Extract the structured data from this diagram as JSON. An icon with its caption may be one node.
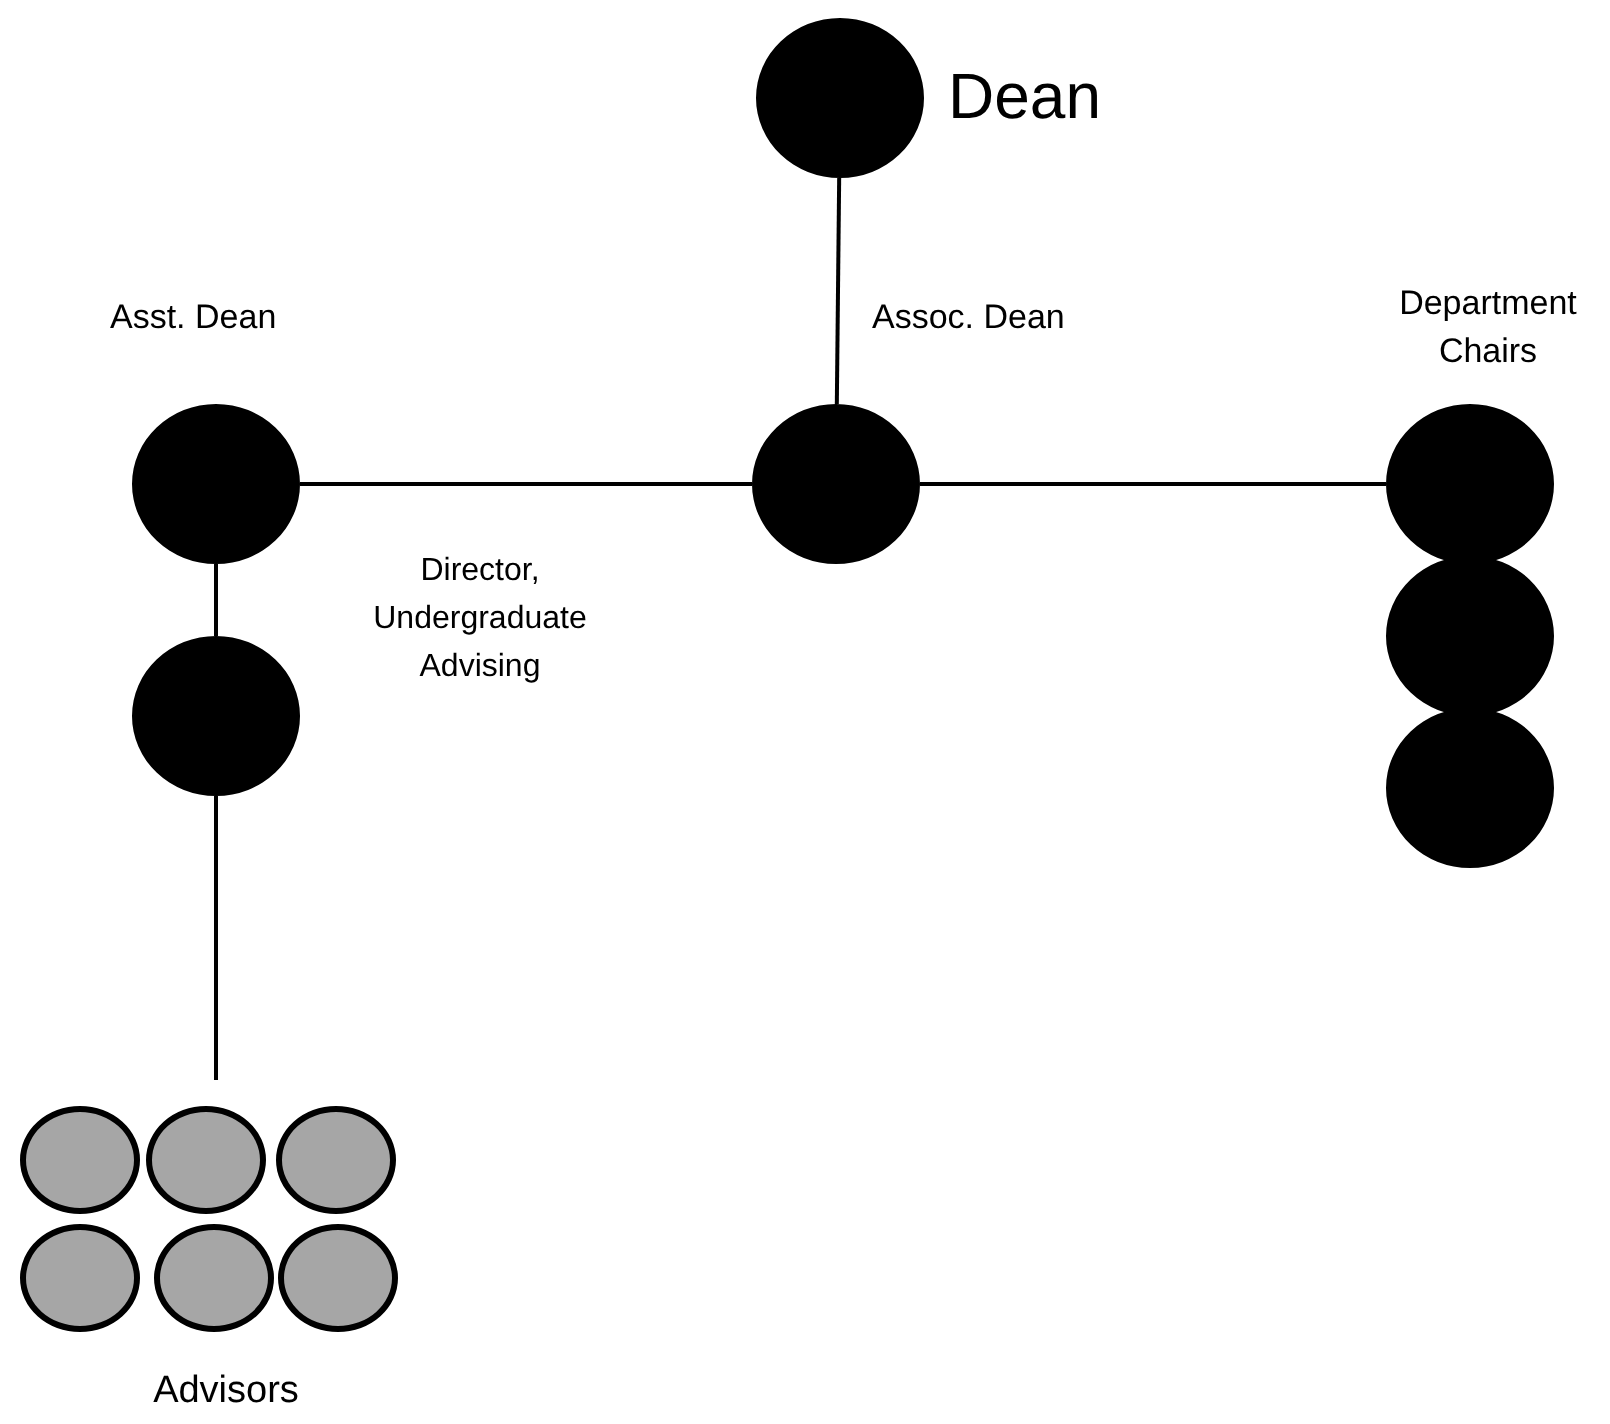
{
  "diagram": {
    "nodes": [
      {
        "text": [
          "Dean"
        ]
      },
      {
        "text": [
          "Assoc. Dean"
        ]
      },
      {
        "text": [
          "Asst. Dean"
        ]
      },
      {
        "text": [
          "Department Chairs"
        ]
      },
      {
        "text": [],
        "shape": "circle"
      },
      {
        "text": [],
        "shape": "circle"
      },
      {
        "text": [
          "Director, Undergraduate Advising"
        ]
      },
      {
        "text": [
          "Advisors"
        ]
      },
      {
        "text": [],
        "shape": "circle",
        "in": 7
      },
      {
        "text": [],
        "shape": "circle",
        "in": 7
      },
      {
        "text": [],
        "shape": "circle",
        "in": 7
      },
      {
        "text": [],
        "shape": "circle",
        "in": 7
      },
      {
        "text": [],
        "shape": "circle",
        "in": 7
      },
      {
        "text": [],
        "shape": "circle",
        "in": 7
      }
    ],
    "edges": [
      {
        "from": 0,
        "to": 1,
        "arrow": "none"
      },
      {
        "from": 2,
        "to": 1,
        "arrow": "none"
      },
      {
        "from": 1,
        "to": 3,
        "arrow": "none"
      },
      {
        "from": 2,
        "to": 6,
        "arrow": "none"
      },
      {
        "from": 6,
        "to": 7,
        "arrow": "none"
      }
    ]
  }
}
